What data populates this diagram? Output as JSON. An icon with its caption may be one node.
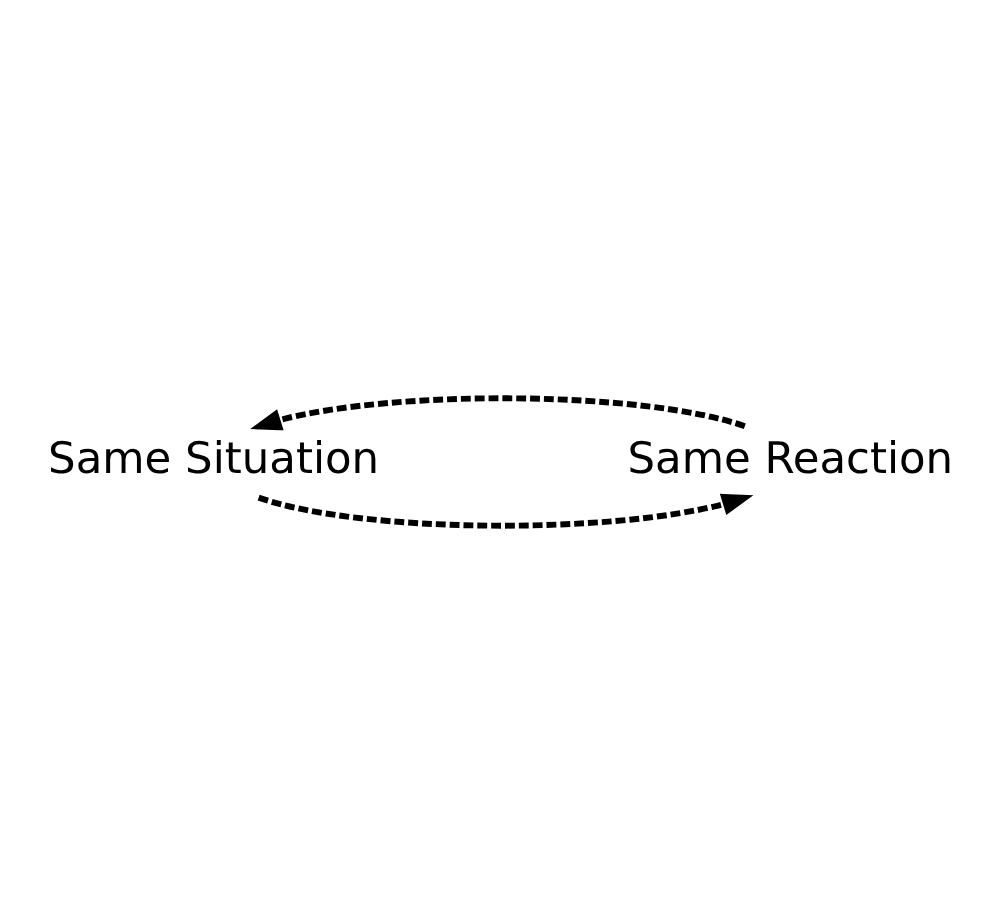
{
  "diagram": {
    "nodes": [
      {
        "text": [
          "Same Situation"
        ]
      },
      {
        "text": [
          "Same Reaction"
        ]
      }
    ],
    "edges": [
      {
        "from": 0,
        "to": 1,
        "arrow": "to",
        "style": "dashed"
      },
      {
        "from": 1,
        "to": 0,
        "arrow": "to",
        "style": "dashed"
      }
    ]
  }
}
